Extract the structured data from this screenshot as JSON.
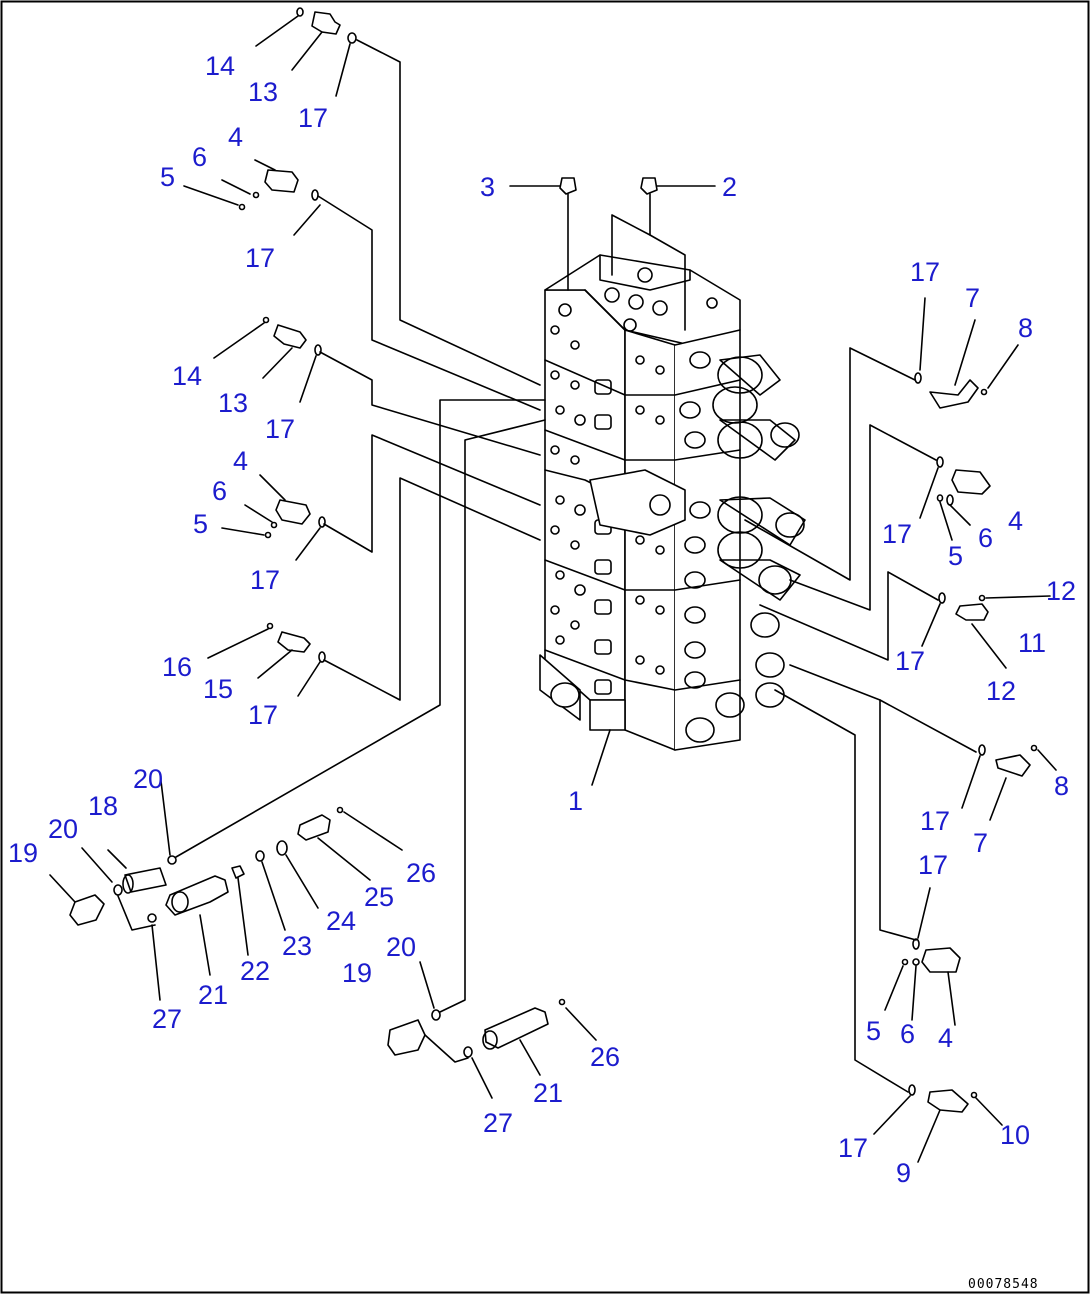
{
  "drawing_number": "00078548",
  "colors": {
    "callout": "#1c1ccd",
    "line": "#000000",
    "background": "#ffffff"
  },
  "callouts": {
    "c1": "1",
    "c2": "2",
    "c3": "3",
    "c4a": "4",
    "c4b": "4",
    "c4c": "4",
    "c4d": "4",
    "c5a": "5",
    "c5b": "5",
    "c5c": "5",
    "c5d": "5",
    "c6a": "6",
    "c6b": "6",
    "c6c": "6",
    "c6d": "6",
    "c7a": "7",
    "c7b": "7",
    "c8a": "8",
    "c8b": "8",
    "c9": "9",
    "c10": "10",
    "c11": "11",
    "c12a": "12",
    "c12b": "12",
    "c13a": "13",
    "c13b": "13",
    "c14a": "14",
    "c14b": "14",
    "c15": "15",
    "c16": "16",
    "c17a": "17",
    "c17b": "17",
    "c17c": "17",
    "c17d": "17",
    "c17e": "17",
    "c17f": "17",
    "c17g": "17",
    "c17h": "17",
    "c17i": "17",
    "c17j": "17",
    "c17k": "17",
    "c18": "18",
    "c19a": "19",
    "c19b": "19",
    "c20a": "20",
    "c20b": "20",
    "c20c": "20",
    "c21a": "21",
    "c21b": "21",
    "c22": "22",
    "c23": "23",
    "c24": "24",
    "c25": "25",
    "c26a": "26",
    "c26b": "26",
    "c27a": "27",
    "c27b": "27"
  }
}
